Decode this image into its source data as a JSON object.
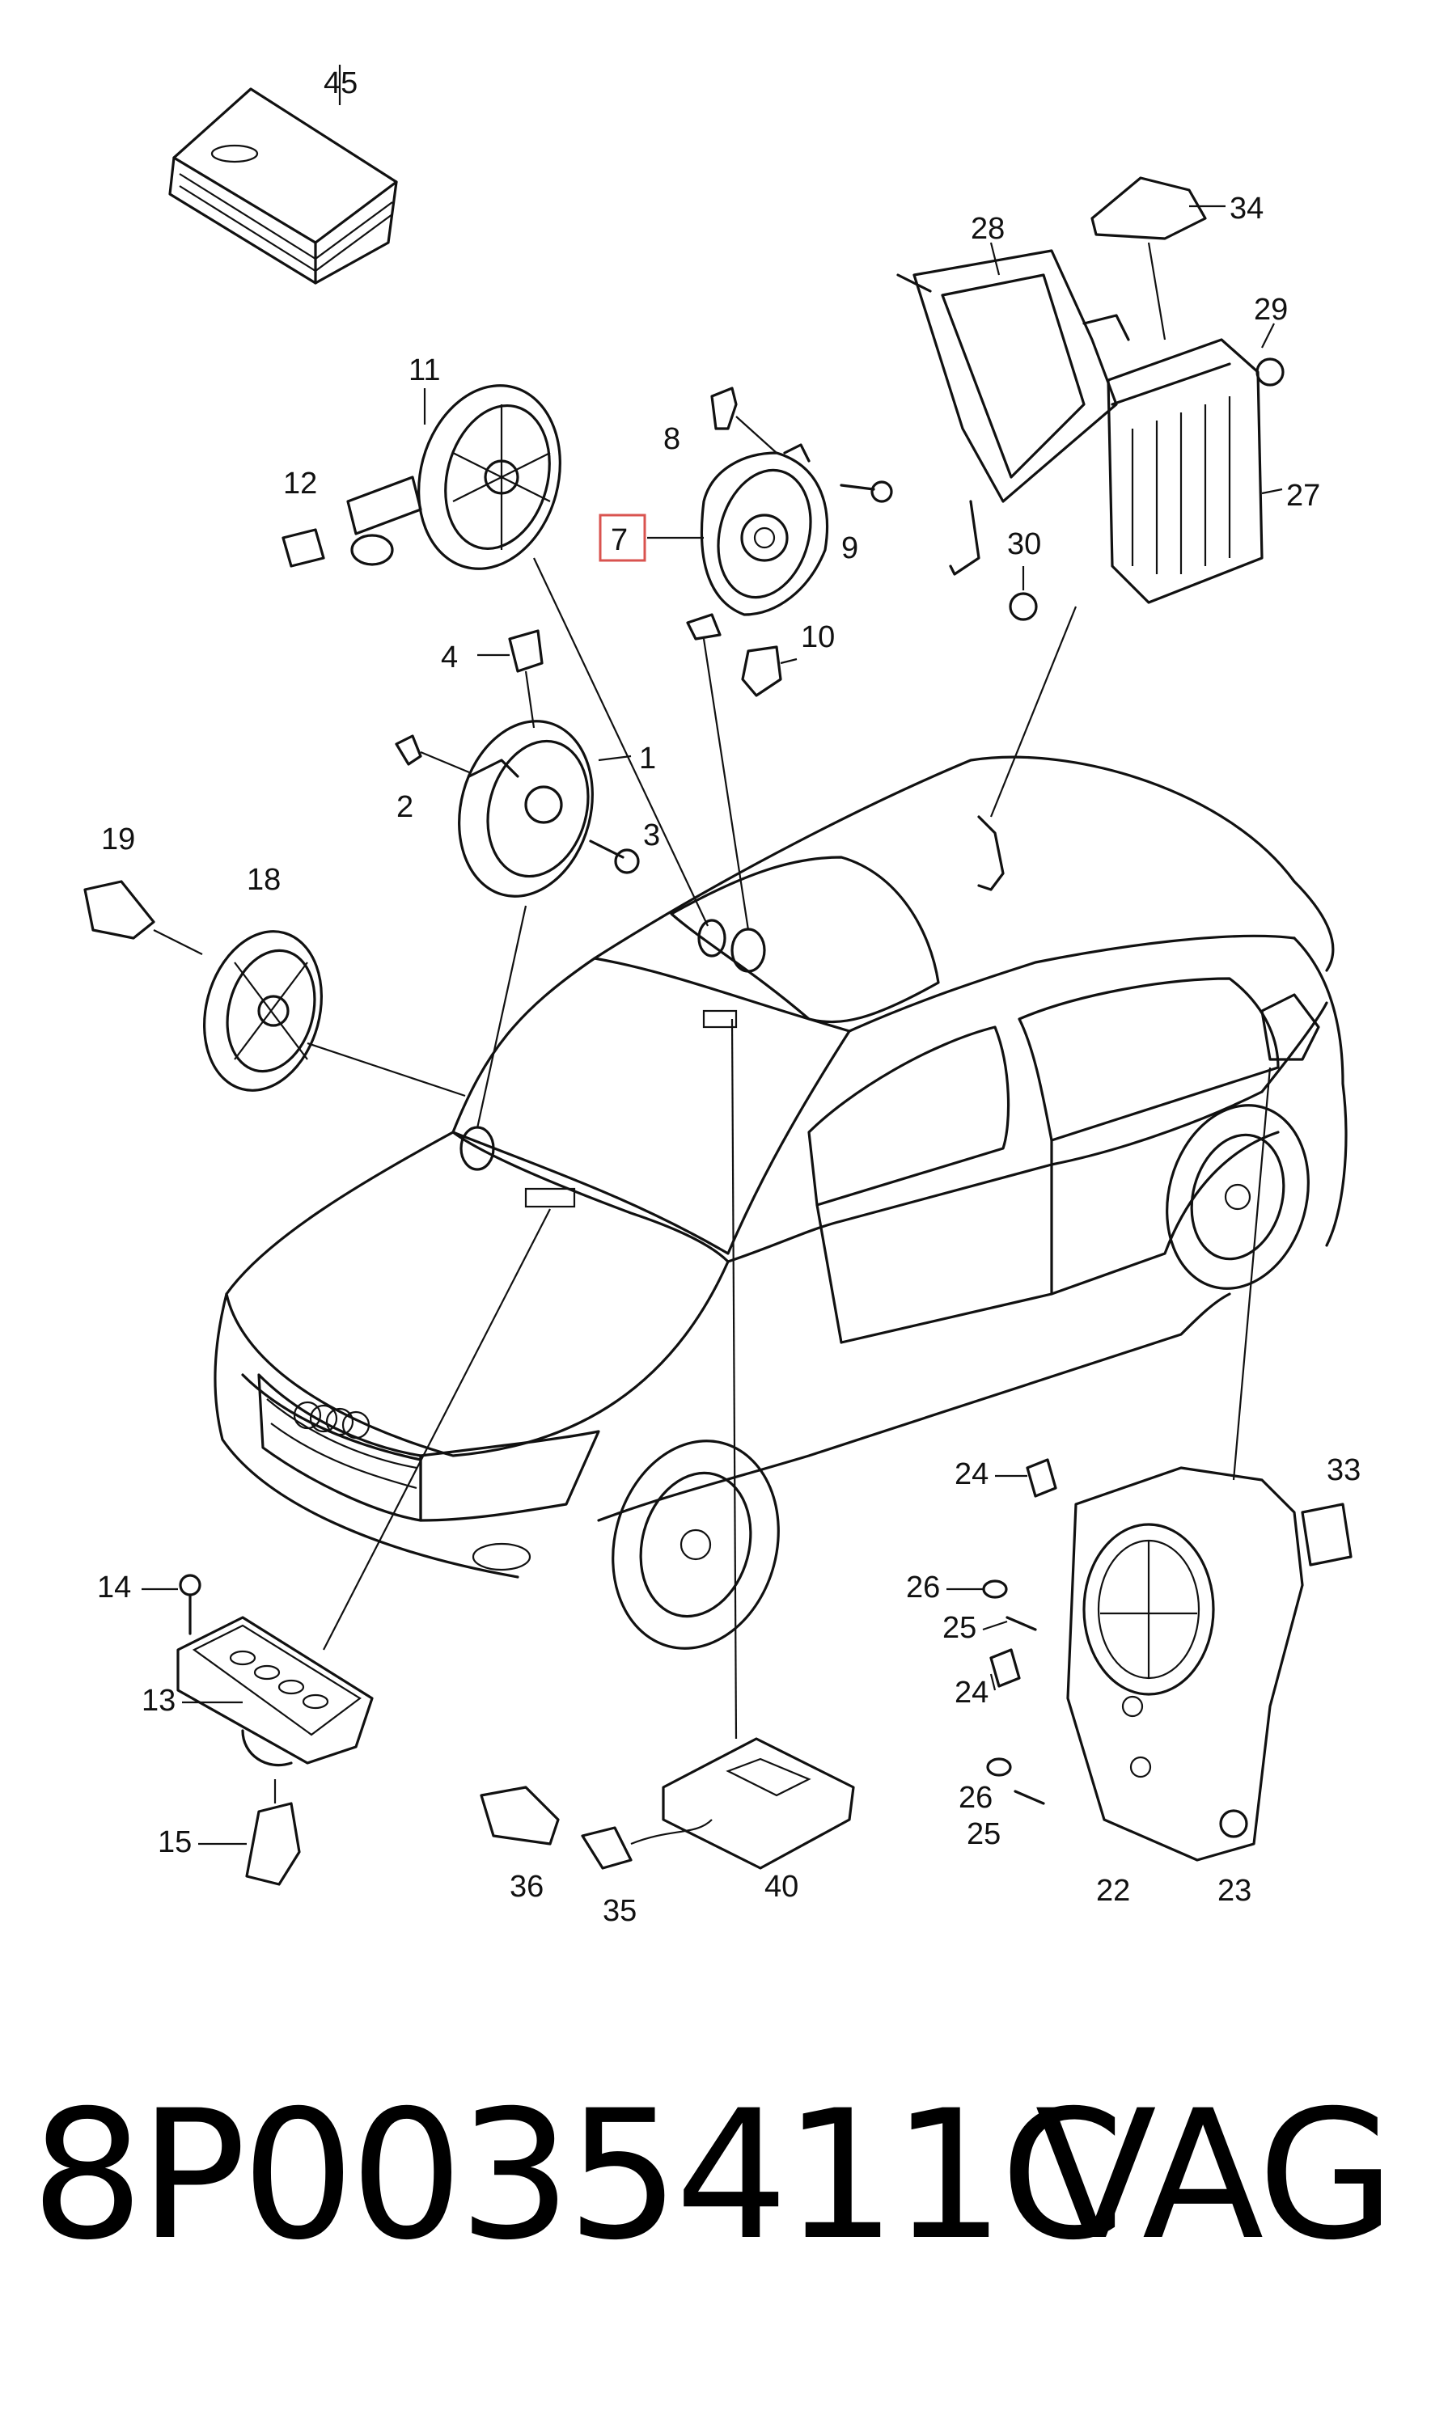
{
  "footer": {
    "part_number": "8P0035411C",
    "brand": "VAG"
  },
  "labels": [
    "45",
    "28",
    "34",
    "29",
    "27",
    "30",
    "11",
    "12",
    "8",
    "7",
    "9",
    "10",
    "4",
    "1",
    "2",
    "3",
    "19",
    "18",
    "14",
    "13",
    "15",
    "24",
    "26",
    "25",
    "22",
    "23",
    "33",
    "36",
    "35",
    "40"
  ],
  "highlighted_label": "7",
  "highlight_color": "#d9534f"
}
